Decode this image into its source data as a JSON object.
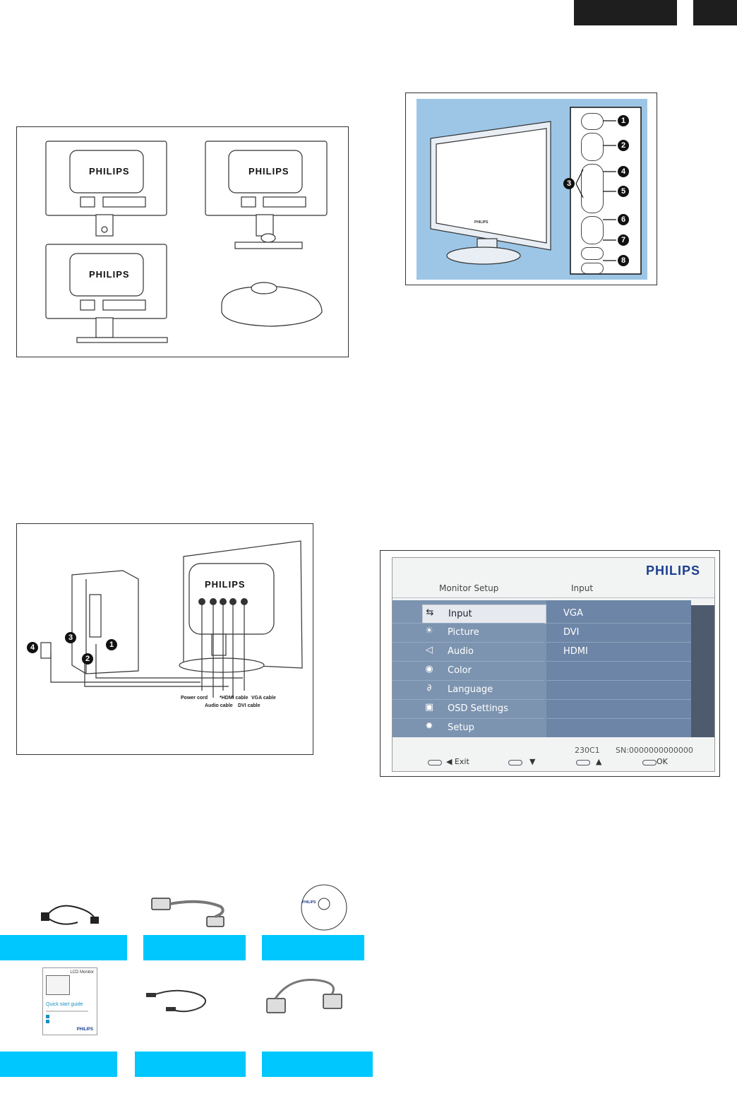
{
  "stand_figure": {
    "logo_1": "PHILIPS",
    "logo_2": "PHILIPS",
    "logo_3": "PHILIPS"
  },
  "controls_figure": {
    "monitor_logo": "PHILIPS",
    "callouts": [
      "1",
      "2",
      "3",
      "4",
      "5",
      "6",
      "7",
      "8"
    ]
  },
  "connection_figure": {
    "logo": "PHILIPS",
    "markers": [
      "1",
      "2",
      "3",
      "4"
    ],
    "cable_labels": {
      "power_cord": "Power cord",
      "audio_cable": "Audio cable",
      "hdmi_cable": "*HDMI cable",
      "dvi_cable": "DVI cable",
      "vga_cable": "VGA cable"
    }
  },
  "osd": {
    "brand": "PHILIPS",
    "header_left": "Monitor Setup",
    "header_right": "Input",
    "menu": [
      {
        "icon": "input-icon",
        "label": "Input"
      },
      {
        "icon": "picture-icon",
        "label": "Picture"
      },
      {
        "icon": "audio-icon",
        "label": "Audio"
      },
      {
        "icon": "color-icon",
        "label": "Color"
      },
      {
        "icon": "language-icon",
        "label": "Language"
      },
      {
        "icon": "osd-settings-icon",
        "label": "OSD Settings"
      },
      {
        "icon": "setup-icon",
        "label": "Setup"
      }
    ],
    "values": [
      "VGA",
      "DVI",
      "HDMI",
      "",
      "",
      "",
      ""
    ],
    "model": "230C1",
    "serial": "SN:0000000000000",
    "footer": {
      "exit": "◀ Exit",
      "down": "▼",
      "up": "▲",
      "ok": "OK"
    }
  },
  "accessories": {
    "cd_logo": "PHILIPS",
    "guide_title": "LCD Monitor",
    "guide_heading": "Quick start guide",
    "guide_logo": "PHILIPS"
  },
  "colors": {
    "accent_band": "#00c8ff",
    "osd_panel": "#7c94b0",
    "diagram_bg": "#9dc6e6"
  }
}
